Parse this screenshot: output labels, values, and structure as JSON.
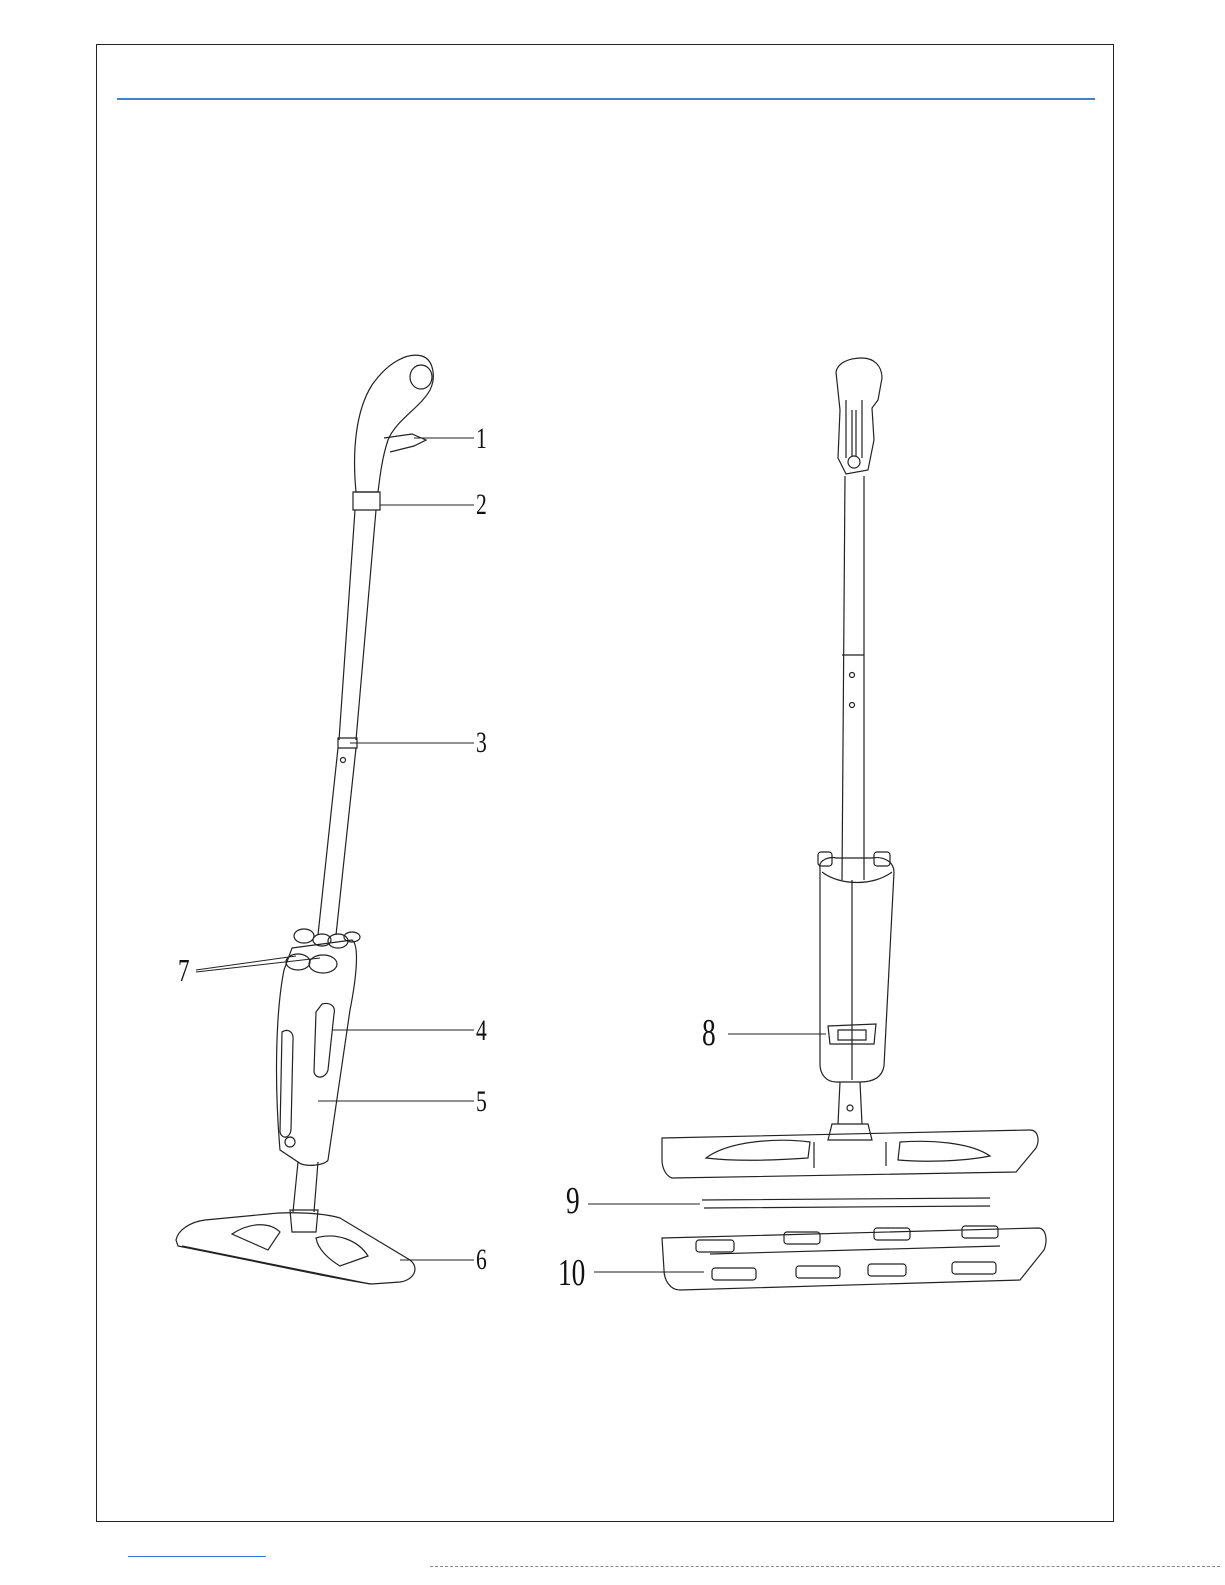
{
  "callouts": [
    "1",
    "2",
    "3",
    "4",
    "5",
    "6",
    "7",
    "8",
    "9",
    "10"
  ],
  "colors": {
    "header_rule": "#4a7fc1",
    "ink": "#222222"
  }
}
